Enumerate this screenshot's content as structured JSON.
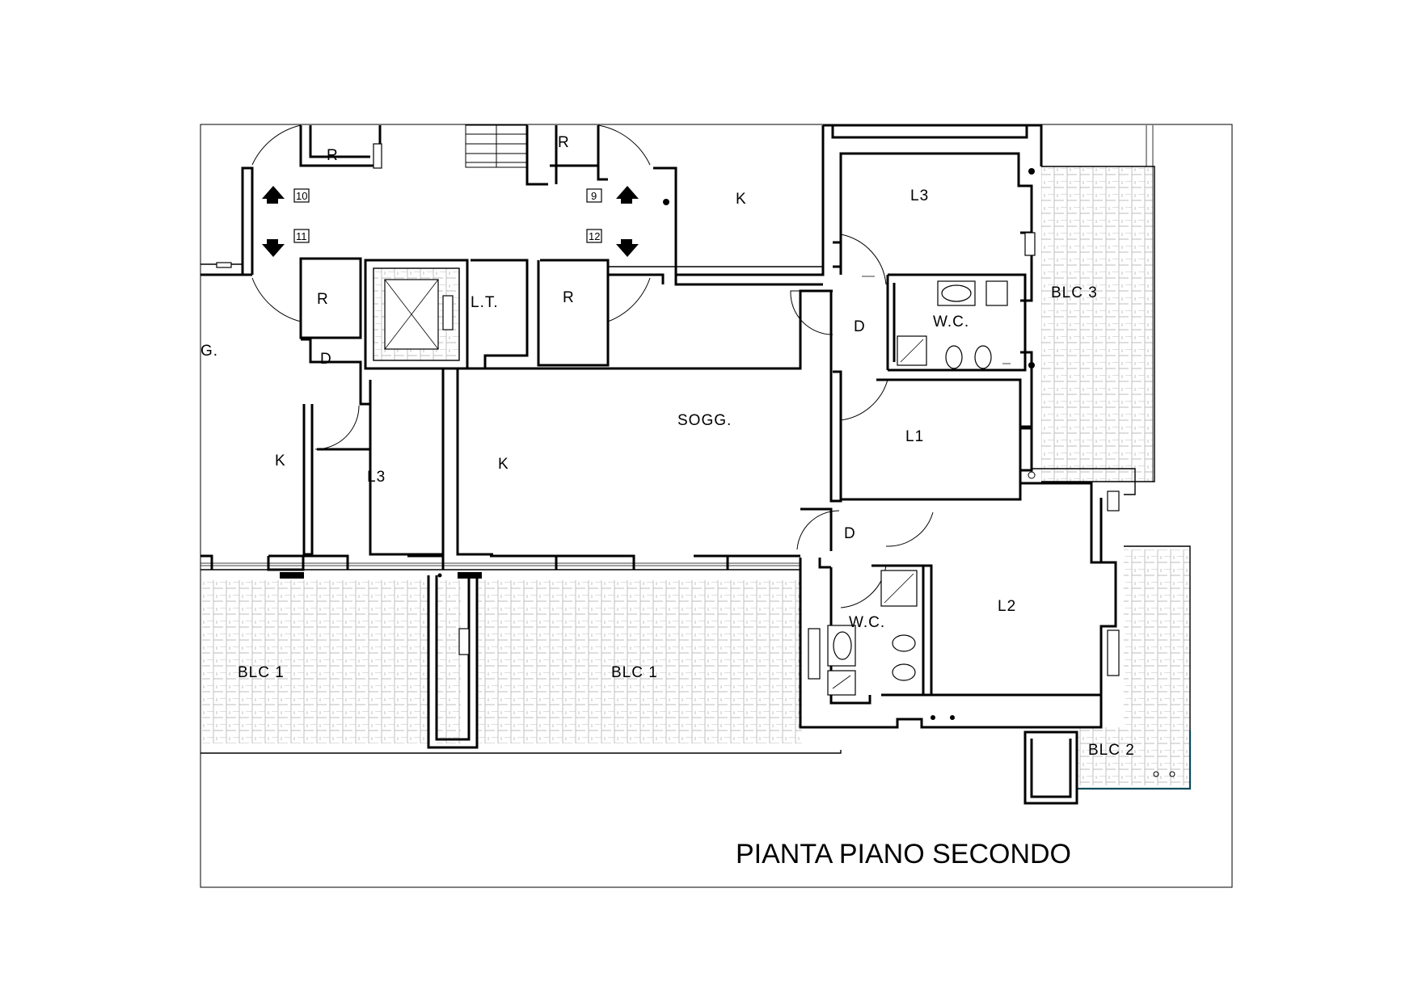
{
  "title": "PIANTA PIANO SECONDO",
  "colors": {
    "wall": "#000000",
    "paving_line": "#9a9a9a",
    "railing": "#0a4a5a",
    "background": "#ffffff"
  },
  "rooms": {
    "r_top_left": "R",
    "r_top_right": "R",
    "r_mid_left": "R",
    "r_mid_right": "R",
    "lt": "L.T.",
    "k_top": "K",
    "l3_top": "L3",
    "blc3": "BLC  3",
    "d_east": "D",
    "wc_east": "W.C.",
    "g_partial": "G.",
    "d_west": "D",
    "sogg": "SOGG.",
    "l1": "L1",
    "k_west": "K",
    "l3_west": "L3",
    "k_center": "K",
    "d_south": "D",
    "wc_south": "W.C.",
    "l2": "L2",
    "blc1_left": "BLC  1",
    "blc1_center": "BLC  1",
    "blc2": "BLC  2"
  },
  "units": {
    "u10": "10",
    "u9": "9",
    "u11": "11",
    "u12": "12"
  },
  "icons": [
    "unit-entry-arrow-icon",
    "elevator-icon",
    "stair-icon",
    "door-swing-icon",
    "washbasin-icon",
    "toilet-icon",
    "bidet-icon",
    "shower-icon"
  ]
}
